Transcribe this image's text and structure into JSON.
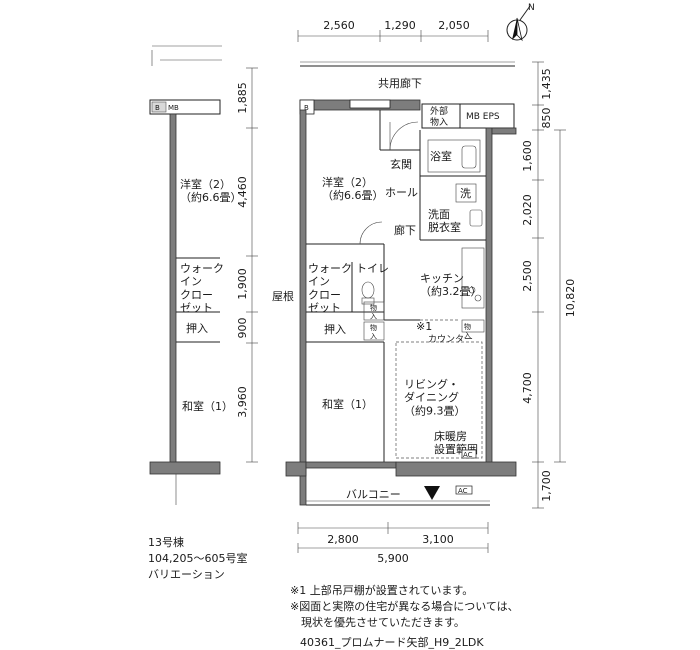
{
  "compass": {
    "north_label": "N",
    "icon": "north-arrow-icon"
  },
  "dimensions": {
    "top": [
      "2,560",
      "1,290",
      "2,050"
    ],
    "bottom": [
      "2,800",
      "3,100"
    ],
    "bottom_total": "5,900",
    "left": [
      "1,885",
      "4,460",
      "1,900",
      "900",
      "3,960"
    ],
    "right": [
      "1,435",
      "850",
      "1,600",
      "2,020",
      "2,500",
      "4,700",
      "1,700"
    ],
    "right_total": "10,820"
  },
  "rooms": {
    "corridor": "共用廊下",
    "outdoor_storage": "外部\n物入",
    "mb_eps": "MB EPS",
    "mb_left": "MB",
    "b_label": "B",
    "bath": "浴室",
    "entrance": "玄関",
    "hall": "ホール",
    "washer": "洗",
    "washroom": "洗面\n脱衣室",
    "hallway": "廊下",
    "western_room": "洋室（2）\n（約6.6畳）",
    "walkin_closet": "ウォーク\nイン\nクロー\nゼット",
    "toilet": "トイレ",
    "storage_small": "物\n入",
    "kitchen": "キッチン\n（約3.2畳）",
    "closet": "押入",
    "japanese_room": "和室（1）",
    "counter_note": "※1",
    "counter": "カウンター",
    "living": "リビング・\nダイニング\n（約9.3畳）",
    "floor_heating": "床暖房\n設置範囲",
    "roof": "屋根",
    "balcony": "バルコニー",
    "ac": "AC"
  },
  "building_info": {
    "building": "13号棟",
    "rooms": "104,205〜605号室",
    "variation": "バリエーション"
  },
  "notes": [
    "※1 上部吊戸棚が設置されています。",
    "※図面と実際の住宅が異なる場合については、",
    "　現状を優先させていただきます。"
  ],
  "footer": "40361_プロムナード矢部_H9_2LDK"
}
